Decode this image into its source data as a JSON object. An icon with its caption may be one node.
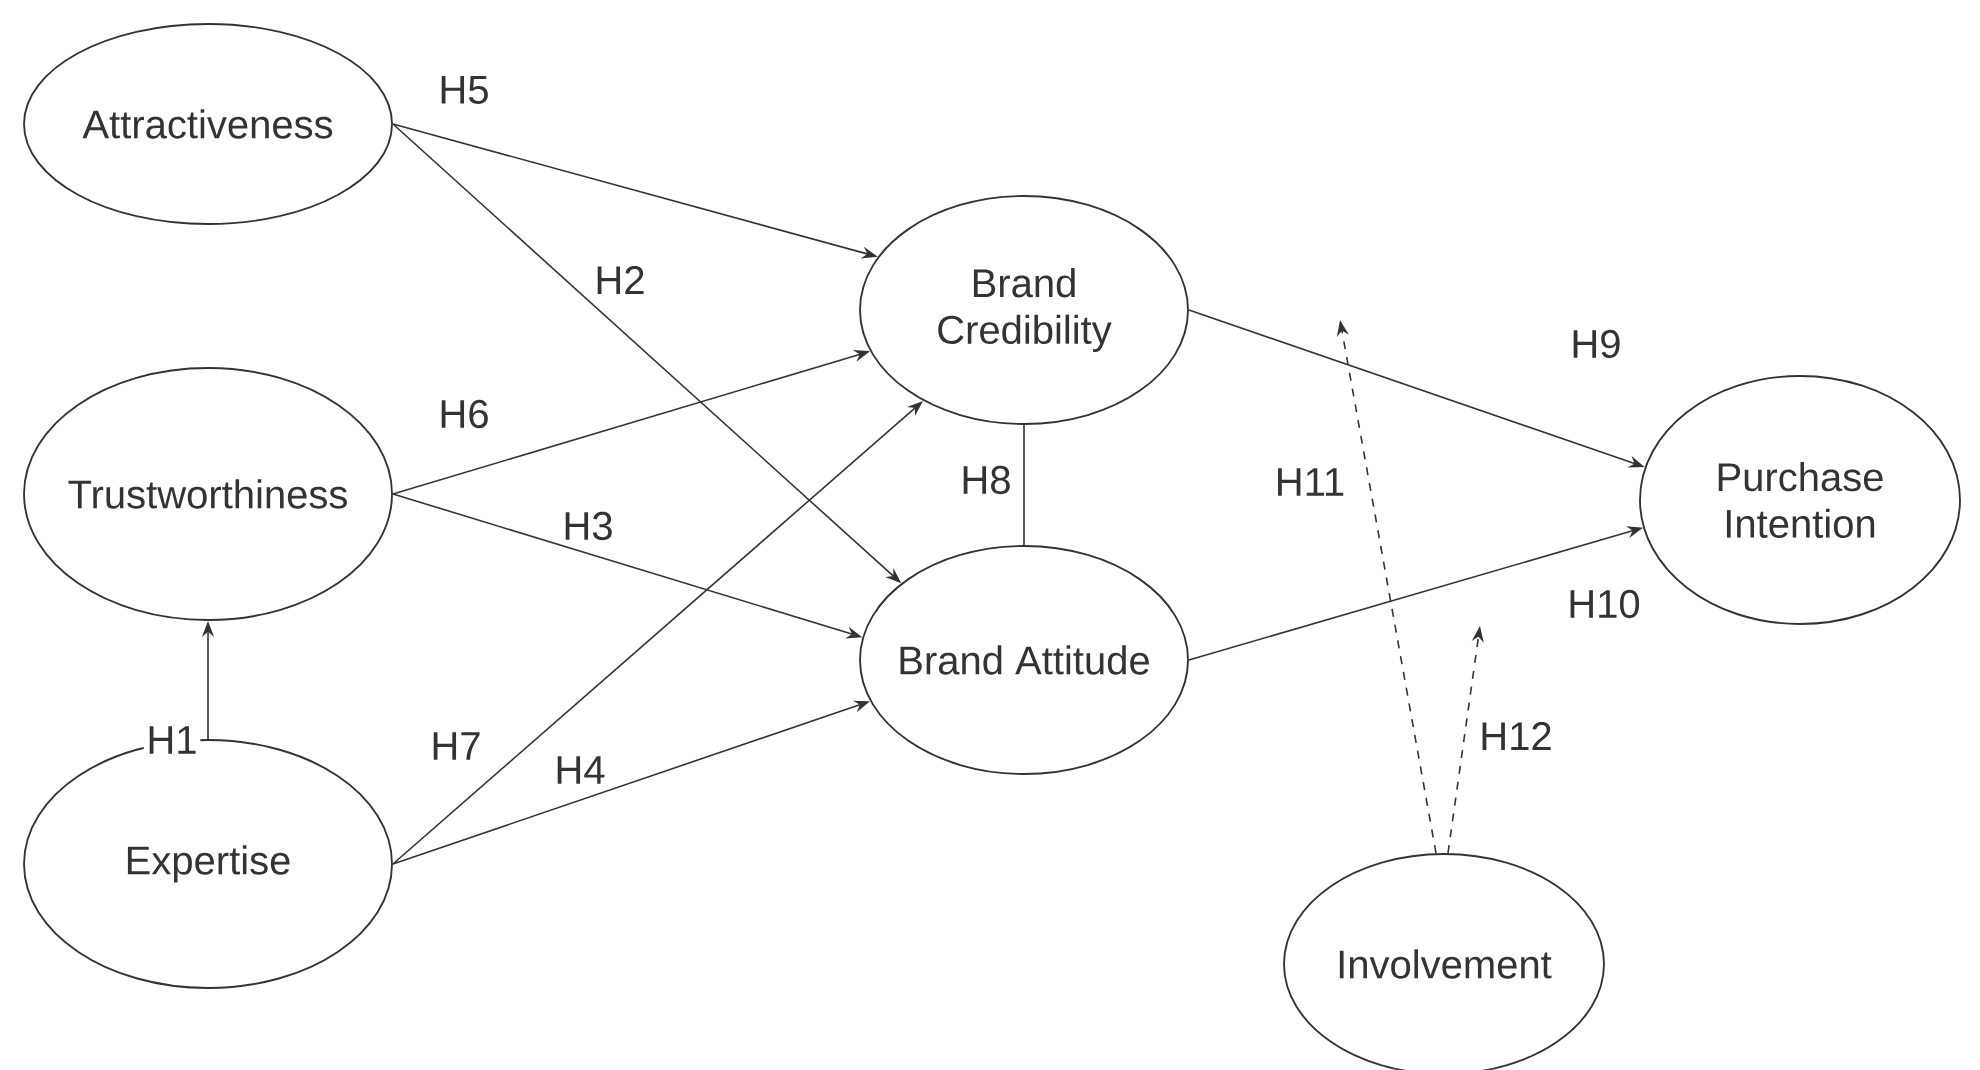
{
  "diagram": {
    "nodes": [
      {
        "text": [
          "Attractiveness"
        ]
      },
      {
        "text": [
          "Trustworthiness"
        ]
      },
      {
        "text": [
          "Expertise"
        ]
      },
      {
        "text": [
          "Brand Credibility"
        ]
      },
      {
        "text": [
          "Brand Attitude"
        ]
      },
      {
        "text": [
          "Purchase Intention"
        ]
      },
      {
        "text": [
          "Involvement"
        ]
      }
    ],
    "edges": [
      {
        "from": 2,
        "to": 1,
        "arrow": "to",
        "label": "H1"
      },
      {
        "from": 0,
        "to": 3,
        "arrow": "to",
        "label": "H5"
      },
      {
        "from": 0,
        "to": 4,
        "arrow": "to",
        "label": "H2"
      },
      {
        "from": 1,
        "to": 3,
        "arrow": "to",
        "label": "H6"
      },
      {
        "from": 1,
        "to": 4,
        "arrow": "to",
        "label": "H3"
      },
      {
        "from": 2,
        "to": 3,
        "arrow": "to",
        "label": "H7"
      },
      {
        "from": 2,
        "to": 4,
        "arrow": "to",
        "label": "H4"
      },
      {
        "from": 3,
        "to": 4,
        "arrow": "none",
        "label": "H8"
      },
      {
        "from": 3,
        "to": 5,
        "arrow": "to",
        "label": "H9"
      },
      {
        "from": 4,
        "to": 5,
        "arrow": "to",
        "label": "H10"
      },
      {
        "from": 6,
        "to": null,
        "arrow": "to",
        "label": "H11",
        "style": "dashed"
      },
      {
        "from": 6,
        "to": null,
        "arrow": "to",
        "label": "H12",
        "style": "dashed"
      }
    ]
  }
}
